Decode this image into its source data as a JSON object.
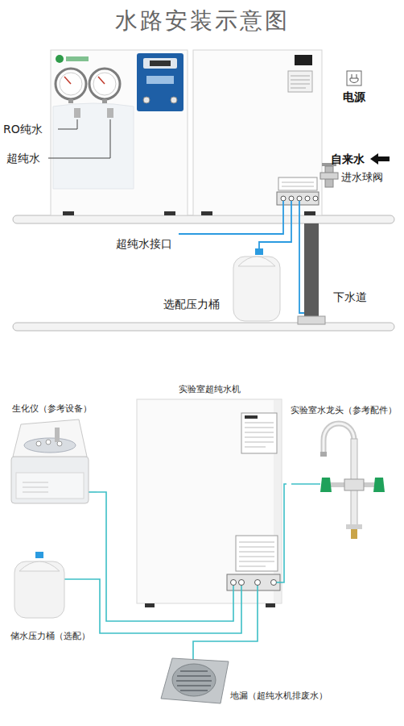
{
  "diagram": {
    "title": "水路安装示意图",
    "nodes": [
      {
        "text": [
          "实验室超纯水机"
        ]
      },
      {
        "text": [
          "生化仪（参考设备）"
        ]
      },
      {
        "text": [
          "实验室水龙头（参考配件）"
        ]
      },
      {
        "text": [
          "储水压力桶（选配）"
        ]
      },
      {
        "text": [
          "地漏（超纯水机排废水）"
        ]
      }
    ],
    "edges": [
      {
        "from": 0,
        "to": 1,
        "arrow": "none"
      },
      {
        "from": 0,
        "to": 2,
        "arrow": "none"
      },
      {
        "from": 0,
        "to": 3,
        "arrow": "none"
      },
      {
        "from": 0,
        "to": 4,
        "arrow": "none"
      }
    ],
    "labels": [
      "电源",
      "RO纯水",
      "自来水",
      "超纯水",
      "进水球阀",
      "超纯水接口",
      "选配压力桶",
      "下水道"
    ]
  }
}
